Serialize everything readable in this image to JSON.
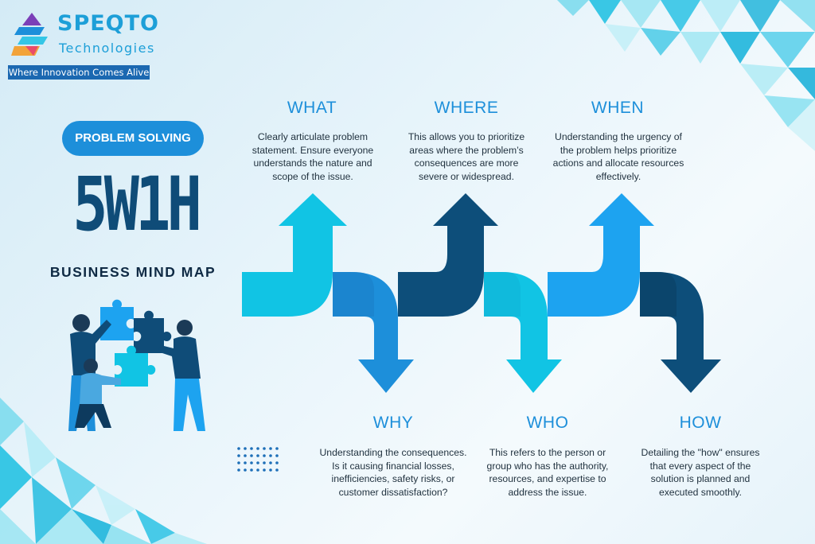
{
  "brand": {
    "name": "SPEQTO",
    "sub": "Technologies",
    "tagline": "Where Innovation Comes Alive"
  },
  "title": {
    "pill": "PROBLEM SOLVING",
    "main": "5W1H",
    "subtitle": "BUSINESS MIND MAP"
  },
  "items": [
    {
      "head": "WHAT",
      "desc": "Clearly articulate problem statement. Ensure everyone understands the nature and scope of the issue.",
      "color": "#11c4e4"
    },
    {
      "head": "WHY",
      "desc": "Understanding the consequences. Is it causing financial losses, inefficiencies, safety risks, or customer dissatisfaction?",
      "color": "#1d8fda"
    },
    {
      "head": "WHERE",
      "desc": "This allows you to prioritize areas where the problem’s consequences are more severe or widespread.",
      "color": "#0d4e7a"
    },
    {
      "head": "WHO",
      "desc": "This refers to the person or group who has the authority, resources, and expertise to address the issue.",
      "color": "#11c4e4"
    },
    {
      "head": "WHEN",
      "desc": "Understanding the urgency of the problem helps prioritize actions and allocate resources effectively.",
      "color": "#1da3f0"
    },
    {
      "head": "HOW",
      "desc": "Detailing the \"how\" ensures that every aspect of the solution is planned and executed smoothly.",
      "color": "#0d4e7a"
    }
  ],
  "colors": {
    "accent": "#1d8fda",
    "dark": "#0d4e7a",
    "cyan": "#11c4e4",
    "light_cyan": "#7fe1f2"
  },
  "icons": [
    "logo-icon",
    "puzzle-team-illustration",
    "dot-grid-icon",
    "triangle-pattern"
  ]
}
